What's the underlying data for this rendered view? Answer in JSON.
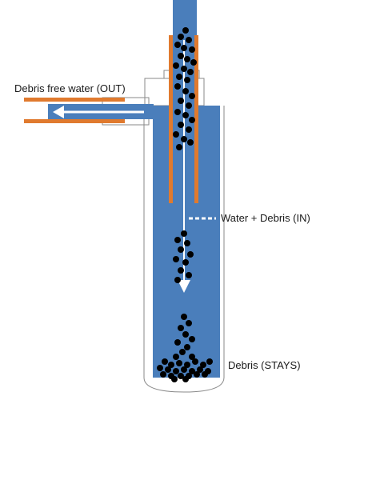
{
  "labels": {
    "outlet": "Debris free water (OUT)",
    "inlet": "Water + Debris (IN)",
    "bottom": "Debris (STAYS)"
  },
  "colors": {
    "water": "#4A7EBB",
    "pipe": "#E07A2E",
    "debris": "#000000",
    "flow_arrow": "#ffffff",
    "outline": "#8a8a8a"
  }
}
